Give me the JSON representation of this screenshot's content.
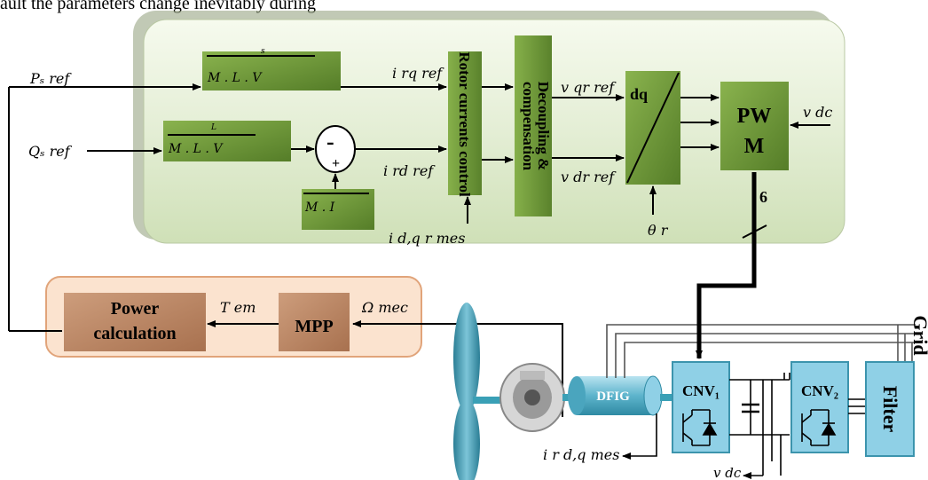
{
  "caption_fragment": "ault the parameters change inevitably during",
  "inputs": {
    "p_ref": "Pₛ ref",
    "q_ref": "Qₛ ref",
    "irq_ref": "i rq ref",
    "ird_ref": "i rd ref",
    "idq_mes": "i d,q r mes",
    "vqr_ref": "v qr ref",
    "vdr_ref": "v dr ref",
    "vdc": "v dc",
    "theta": "θ r",
    "tem": "T em",
    "omega": "Ω mec",
    "ir_mes": "i r d,q mes",
    "vdc_bottom": "v dc",
    "pwm_count": "6"
  },
  "blocks": {
    "gain1_top": "s",
    "gain1_bottom": "M . L . V",
    "gain2_top": "L",
    "gain2_bottom": "M . L . V",
    "gain3_bottom": "M . I",
    "sum_minus": "-",
    "sum_plus": "+",
    "rotor_control": "Rotor currents control",
    "decoupling_a": "Decoupling &",
    "decoupling_b": "compensation",
    "dq": "dq",
    "pwm_a": "PW",
    "pwm_b": "M",
    "power_a": "Power",
    "power_b": "calculation",
    "mpp": "MPP",
    "dfig": "DFIG",
    "cnv1": "CNV₁",
    "cnv2": "CNV₂",
    "filter": "Filter",
    "grid": "Grid"
  },
  "colors": {
    "panel_top": "#eef4e2",
    "panel_mid": "#d8e7c4",
    "panel_shadow": "#8e9c78",
    "block_green": "#6f9a3a",
    "block_green_dark": "#4e6f25",
    "block_brown": "#bf8b68",
    "brown_panel_bg": "#fbe3cf",
    "brown_panel_border": "#e1a47a",
    "converter_blue": "#8fd0e6",
    "shaft": "#3aa0b6"
  }
}
